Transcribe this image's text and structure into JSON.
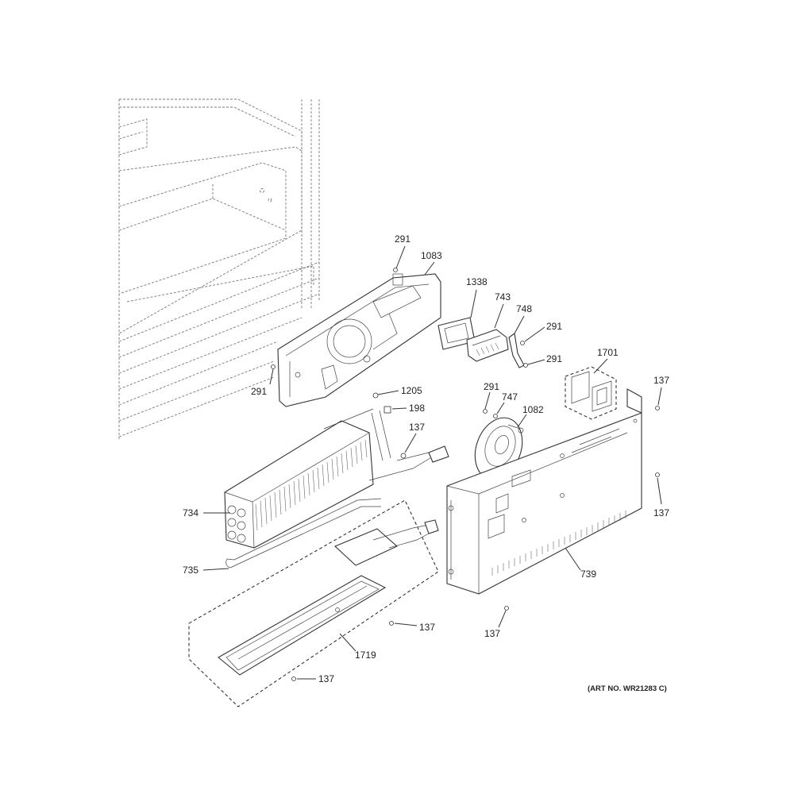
{
  "callouts": [
    {
      "id": "c291a",
      "text": "291"
    },
    {
      "id": "c1083",
      "text": "1083"
    },
    {
      "id": "c1338",
      "text": "1338"
    },
    {
      "id": "c743",
      "text": "743"
    },
    {
      "id": "c748",
      "text": "748"
    },
    {
      "id": "c291b",
      "text": "291"
    },
    {
      "id": "c291c",
      "text": "291"
    },
    {
      "id": "c1701",
      "text": "1701"
    },
    {
      "id": "c291d",
      "text": "291"
    },
    {
      "id": "c1205",
      "text": "1205"
    },
    {
      "id": "c198",
      "text": "198"
    },
    {
      "id": "c291e",
      "text": "291"
    },
    {
      "id": "c747",
      "text": "747"
    },
    {
      "id": "c1082",
      "text": "1082"
    },
    {
      "id": "c137a",
      "text": "137"
    },
    {
      "id": "c137b",
      "text": "137"
    },
    {
      "id": "c137c",
      "text": "137"
    },
    {
      "id": "c734",
      "text": "734"
    },
    {
      "id": "c735",
      "text": "735"
    },
    {
      "id": "c739",
      "text": "739"
    },
    {
      "id": "c137d",
      "text": "137"
    },
    {
      "id": "c137e",
      "text": "137"
    },
    {
      "id": "c1719",
      "text": "1719"
    },
    {
      "id": "c137f",
      "text": "137"
    }
  ],
  "art_number": "(ART NO. WR21283 C)"
}
